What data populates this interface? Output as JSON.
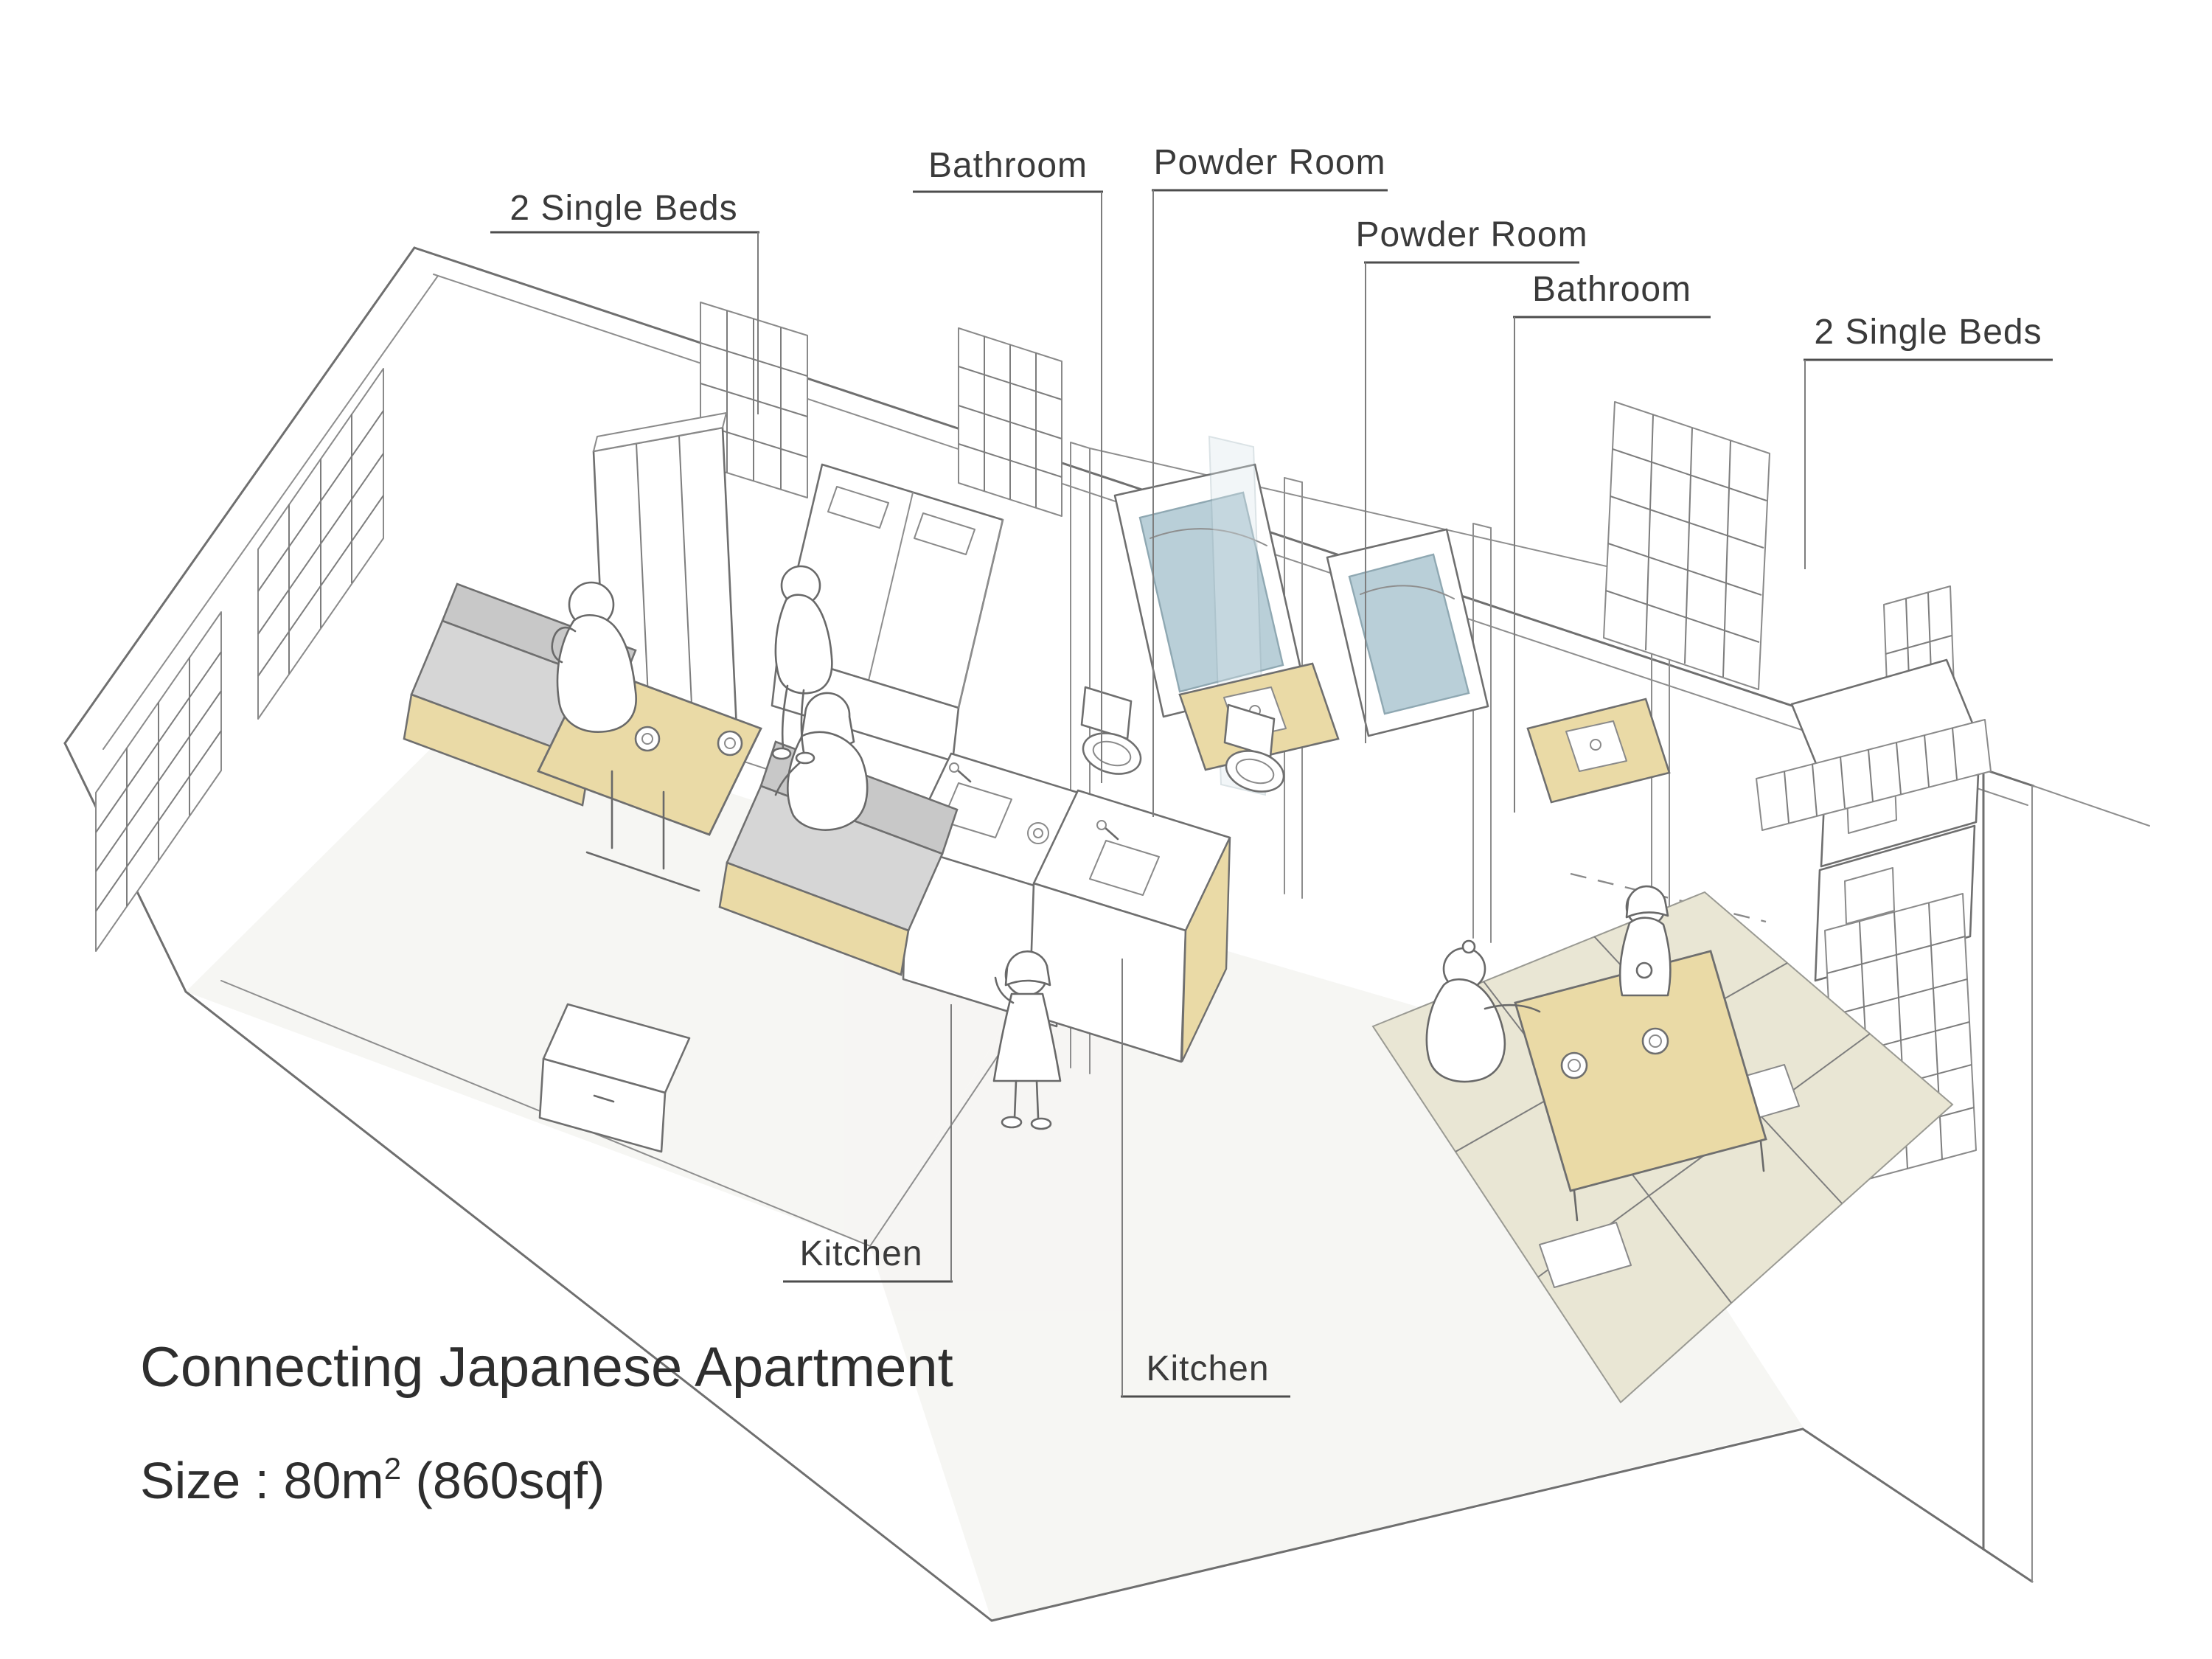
{
  "title": {
    "main": "Connecting Japanese Apartment",
    "size_prefix": "Size : 80m",
    "size_sup": "2",
    "size_suffix": " (860sqf)"
  },
  "labels": {
    "beds_left": "2 Single Beds",
    "bathroom_left": "Bathroom",
    "powder_left": "Powder Room",
    "powder_right": "Powder Room",
    "bathroom_right": "Bathroom",
    "beds_right": "2 Single Beds",
    "kitchen_left": "Kitchen",
    "kitchen_right": "Kitchen"
  },
  "colors": {
    "line": "#6f6f6f",
    "label_text": "#3a3a3a",
    "title_text": "#2e2e2e",
    "tub_blue": "#b9cfd8",
    "tub_blue_line": "#8fa8b2",
    "wood_tan": "#eadaa6",
    "wood_tan_dark": "#e0cd92",
    "sofa_gray": "#c8c8c8",
    "sofa_gray_light": "#d6d6d6",
    "tatami_beige": "#e9e6d4",
    "floor_gray": "#efeeea",
    "glass_blue": "#dce8ec"
  }
}
